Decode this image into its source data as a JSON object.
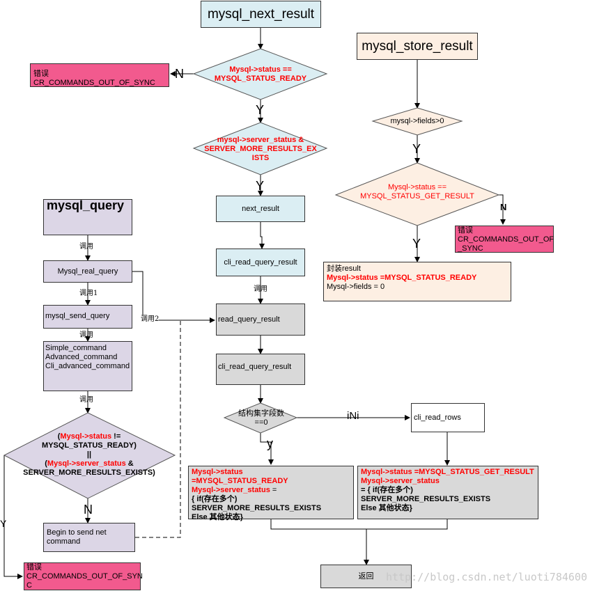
{
  "nodes": {
    "next_result_title": "mysql_next_result",
    "store_result_title": "mysql_store_result",
    "err_sync_top": "错误CR_COMMANDS_OUT_OF_SYNC",
    "diamond_status_ready": [
      "Mysql->status ==",
      "MYSQL_STATUS_READY"
    ],
    "diamond_server_status": [
      "mysql->server_status &",
      "SERVER_MORE_RESULTS_EX",
      "ISTS"
    ],
    "next_result": "next_result",
    "cli_read_query_result_1": "cli_read_query_result",
    "read_query_result": "read_query_result",
    "cli_read_query_result_2": "cli_read_query_result",
    "diamond_fields_zero": [
      "结构集字段数",
      "==0"
    ],
    "cli_read_rows": "cli_read_rows",
    "diamond_fields_gt0": "mysql->fields>0",
    "diamond_status_get_result": [
      "Mysql->status ==",
      "MYSQL_STATUS_GET_RESULT"
    ],
    "err_sync_right": [
      "错误",
      "CR_COMMANDS_OUT_OF",
      "_SYNC"
    ],
    "store_box": {
      "line1": "封装result",
      "line2": "Mysql->status =MYSQL_STATUS_READY",
      "line3": "Mysql->fields = 0"
    },
    "mysql_query_title": "mysql_query",
    "mysql_real_query": "Mysql_real_query",
    "mysql_send_query": "mysql_send_query",
    "simple_command": [
      "Simple_command",
      "Advanced_command",
      "Cli_advanced_command"
    ],
    "diamond_left": {
      "line1_red": "Mysql->status",
      "line1_tail": " !=",
      "line2": "MYSQL_STATUS_READY)",
      "line3": "||",
      "line4_red": "Mysql->server_status",
      "line4_tail": " &",
      "line5": "SERVER_MORE_RESULTS_EXISTS)"
    },
    "begin_send": [
      "Begin to send net",
      "command"
    ],
    "err_sync_bottom": [
      "错误",
      "CR_COMMANDS_OUT_OF_SYN",
      "C"
    ],
    "box_ready": {
      "r1": "Mysql->status",
      "r2": "=MYSQL_STATUS_READY",
      "r3": "Mysql->server_status",
      "r3_tail": " =",
      "b1": "{ if(存在多个)",
      "b2": "SERVER_MORE_RESULTS_EXISTS",
      "b3": "Else 其他状态}"
    },
    "box_get_result": {
      "r1": "Mysql->status =MYSQL_STATUS_GET_RESULT",
      "r2": "Mysql->server_status",
      "b1": " = { if(存在多个)",
      "b2": "SERVER_MORE_RESULTS_EXISTS",
      "b3": "Else 其他状态}"
    },
    "return_box": "返回"
  },
  "labels": {
    "N": "N",
    "Y": "Y",
    "y": "y",
    "n_bold": "N",
    "call": "调用",
    "call1": "调用1",
    "call2": "调用2",
    "iNi": "iNi"
  },
  "watermark": "http://blog.csdn.net/luoti784600",
  "colors": {
    "blue": "#dbeef3",
    "lavender": "#dcd6e6",
    "pink": "#f25a8e",
    "peach": "#fdefe3",
    "gray": "#d9d9d9",
    "red_text": "#ff0000"
  }
}
